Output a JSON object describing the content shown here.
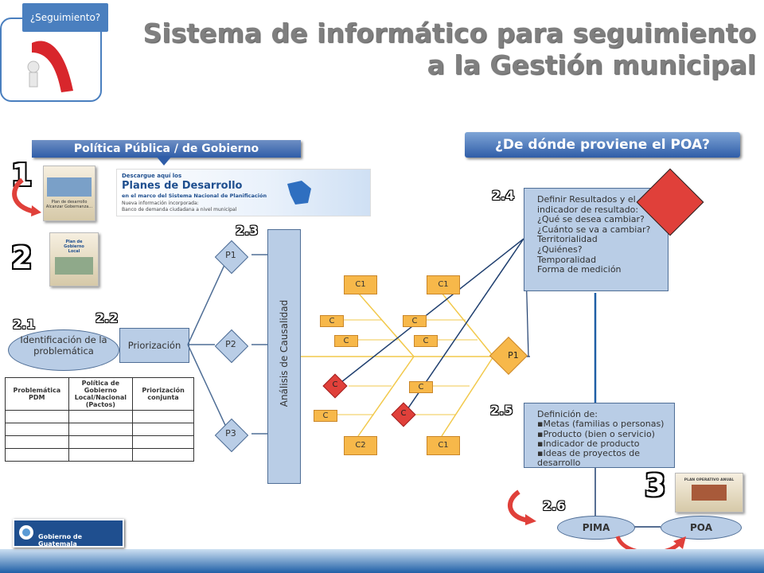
{
  "header": {
    "tag": "¿Seguimiento?",
    "title": "Sistema de  informático para seguimiento a la Gestión municipal"
  },
  "left": {
    "policy_banner": "Política Pública / de Gobierno",
    "num_1": "1",
    "num_2": "2",
    "doc1_lines": [
      "Plan de desarrollo",
      "Alcanzar Gobernanza..."
    ],
    "doc2_lines": [
      "Plan de",
      "Gobierno",
      "Local"
    ],
    "web_banner": {
      "line1": "Descargue aquí los",
      "line2": "Planes de Desarrollo",
      "line3": "en el marco del Sistema Nacional de Planificación",
      "line4": "Nueva información incorporada:",
      "line5": "Banco de demanda ciudadana a nivel municipal"
    },
    "num_21": "2.1",
    "num_22": "2.2",
    "num_23": "2.3",
    "identificacion": "Identificación de la problemática",
    "priorizacion": "Priorización",
    "p_nodes": [
      "P1",
      "P2",
      "P3"
    ],
    "analisis": "Análisis de Causalidad",
    "table_headers": [
      "Problemática PDM",
      "Política de Gobierno Local/Nacional (Pactos)",
      "Priorización conjunta"
    ]
  },
  "fishbone": {
    "c1_labels": [
      "C1",
      "C1",
      "C1"
    ],
    "c2_label": "C2",
    "c_labels": [
      "C",
      "C",
      "C",
      "C",
      "C",
      "C"
    ],
    "red_c": [
      "C",
      "C"
    ],
    "p1": "P1"
  },
  "right": {
    "poa_banner": "¿De dónde proviene el POA?",
    "num_24": "2.4",
    "num_25": "2.5",
    "num_26": "2.6",
    "num_3": "3",
    "box24_lines": [
      "Definir Resultados y el",
      "indicador de resultado:",
      "¿Qué se desea cambiar?",
      "¿Cuánto se va a cambiar?",
      "Territorialidad",
      "¿Quiénes?",
      "Temporalidad",
      "Forma de medición"
    ],
    "box25_title": "Definición de:",
    "box25_items": [
      "Metas (familias o personas)",
      "Producto (bien o servicio)",
      "Indicador de producto",
      "Ideas de proyectos de desarrollo"
    ],
    "pima": "PIMA",
    "poa": "POA",
    "poa_doc": "PLAN OPERATIVO ANUAL"
  },
  "footer": {
    "logo_text": "Gobierno de Guatemala"
  },
  "colors": {
    "accent_blue": "#2f5da8",
    "box_blue": "#b9cde6",
    "fish_orange": "#f7b84a",
    "red": "#e0403a"
  }
}
